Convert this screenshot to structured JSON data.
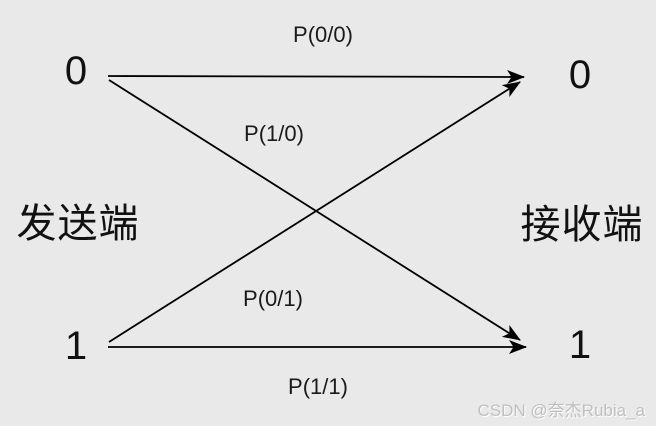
{
  "diagram": {
    "type": "channel-transition-diagram",
    "sender": {
      "label": "发送端",
      "nodes": [
        {
          "value": "0"
        },
        {
          "value": "1"
        }
      ]
    },
    "receiver": {
      "label": "接收端",
      "nodes": [
        {
          "value": "0"
        },
        {
          "value": "1"
        }
      ]
    },
    "edges": [
      {
        "from": "sender-0",
        "to": "receiver-0",
        "label": "P(0/0)"
      },
      {
        "from": "sender-0",
        "to": "receiver-1",
        "label": "P(1/0)"
      },
      {
        "from": "sender-1",
        "to": "receiver-0",
        "label": "P(0/1)"
      },
      {
        "from": "sender-1",
        "to": "receiver-1",
        "label": "P(1/1)"
      }
    ]
  },
  "watermark": {
    "text": "CSDN @奈杰Rubia_a"
  },
  "colors": {
    "background": "#e9e9e9",
    "line": "#000000",
    "text": "#111111",
    "watermark": "#bfbfbf"
  }
}
